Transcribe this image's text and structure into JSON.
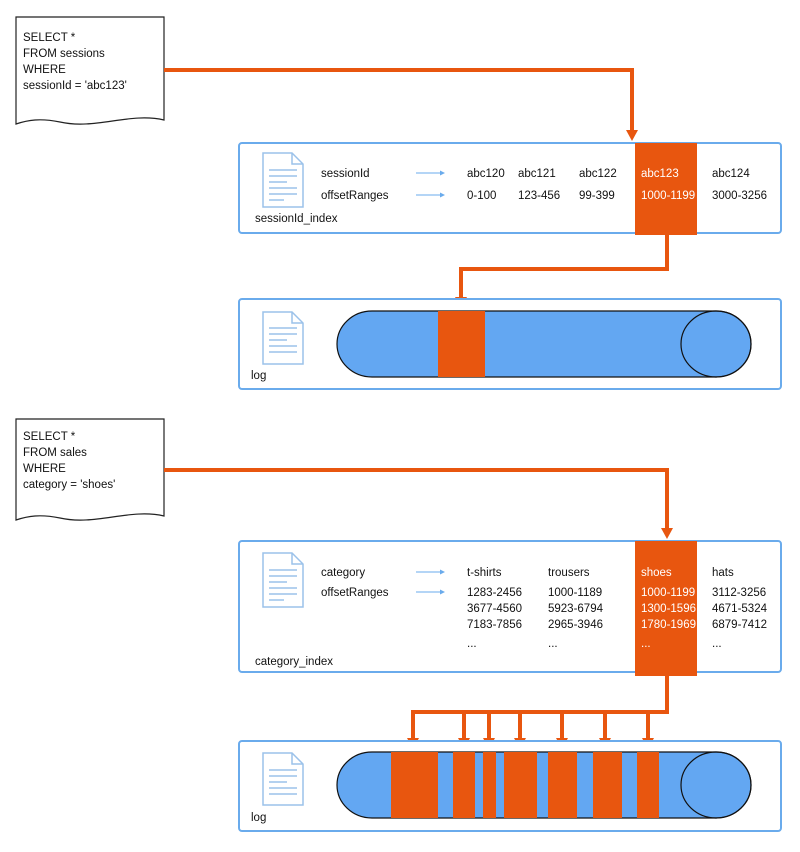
{
  "colors": {
    "accent": "#e8560f",
    "index_border": "#6aabec",
    "log_fill": "#63a7f2",
    "icon": "#9bc2ea"
  },
  "example1": {
    "query": {
      "line1": "SELECT *",
      "line2": "FROM sessions",
      "line3": "WHERE",
      "line4": "sessionId = 'abc123'"
    },
    "index": {
      "name": "sessionId_index",
      "row1_label": "sessionId",
      "row2_label": "offsetRanges",
      "columns": [
        {
          "key": "abc120",
          "ranges": [
            "0-100"
          ]
        },
        {
          "key": "abc121",
          "ranges": [
            "123-456"
          ]
        },
        {
          "key": "abc122",
          "ranges": [
            "99-399"
          ]
        },
        {
          "key": "abc123",
          "ranges": [
            "1000-1199"
          ]
        },
        {
          "key": "abc124",
          "ranges": [
            "3000-3256"
          ]
        }
      ],
      "highlighted": "abc123"
    },
    "log": {
      "label": "log"
    }
  },
  "example2": {
    "query": {
      "line1": "SELECT *",
      "line2": "FROM sales",
      "line3": "WHERE",
      "line4": "category = 'shoes'"
    },
    "index": {
      "name": "category_index",
      "row1_label": "category",
      "row2_label": "offsetRanges",
      "columns": [
        {
          "key": "t-shirts",
          "ranges": [
            "1283-2456",
            "3677-4560",
            "7183-7856",
            "..."
          ]
        },
        {
          "key": "trousers",
          "ranges": [
            "1000-1189",
            "5923-6794",
            "2965-3946",
            "..."
          ]
        },
        {
          "key": "shoes",
          "ranges": [
            "1000-1199",
            "1300-1596",
            "1780-1969",
            "..."
          ]
        },
        {
          "key": "hats",
          "ranges": [
            "3112-3256",
            "4671-5324",
            "6879-7412",
            "..."
          ]
        }
      ],
      "highlighted": "shoes"
    },
    "log": {
      "label": "log"
    }
  }
}
